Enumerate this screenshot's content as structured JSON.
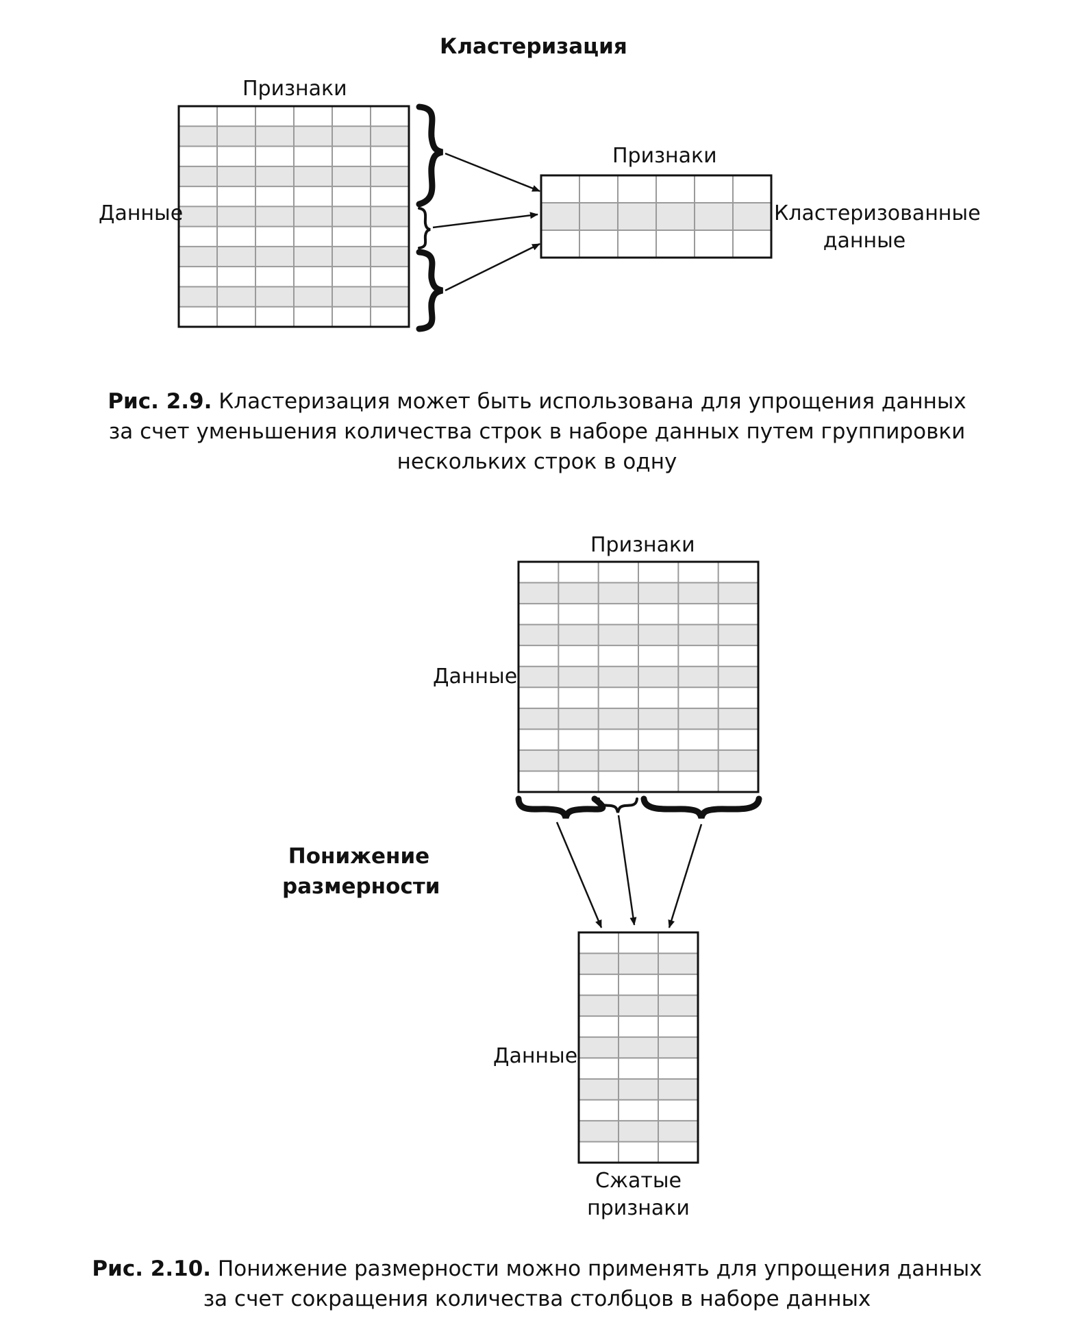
{
  "figure_1": {
    "title": "Кластеризация",
    "features_label_left": "Признаки",
    "data_label": "Данные",
    "features_label_right": "Признаки",
    "result_label_line1": "Кластеризованные",
    "result_label_line2": "данные",
    "caption_number": "Рис. 2.9.",
    "caption_line1": "Кластеризация может быть использована для упрощения данных",
    "caption_line2": "за счет уменьшения количества строк в наборе данных путем группировки",
    "caption_line3": "нескольких строк в одну"
  },
  "figure_2": {
    "title_line1": "Понижение",
    "title_line2": "размерности",
    "features_label": "Признаки",
    "data_label_top": "Данные",
    "data_label_bottom": "Данные",
    "result_label_line1": "Сжатые",
    "result_label_line2": "признаки",
    "caption_number": "Рис. 2.10.",
    "caption_line1": "Понижение размерности можно применять для упрощения данных",
    "caption_line2": "за счет сокращения количества столбцов в наборе данных"
  },
  "colors": {
    "shaded_row": "#e6e6e6",
    "grid_line": "#9a9a9a",
    "border": "#111111"
  }
}
